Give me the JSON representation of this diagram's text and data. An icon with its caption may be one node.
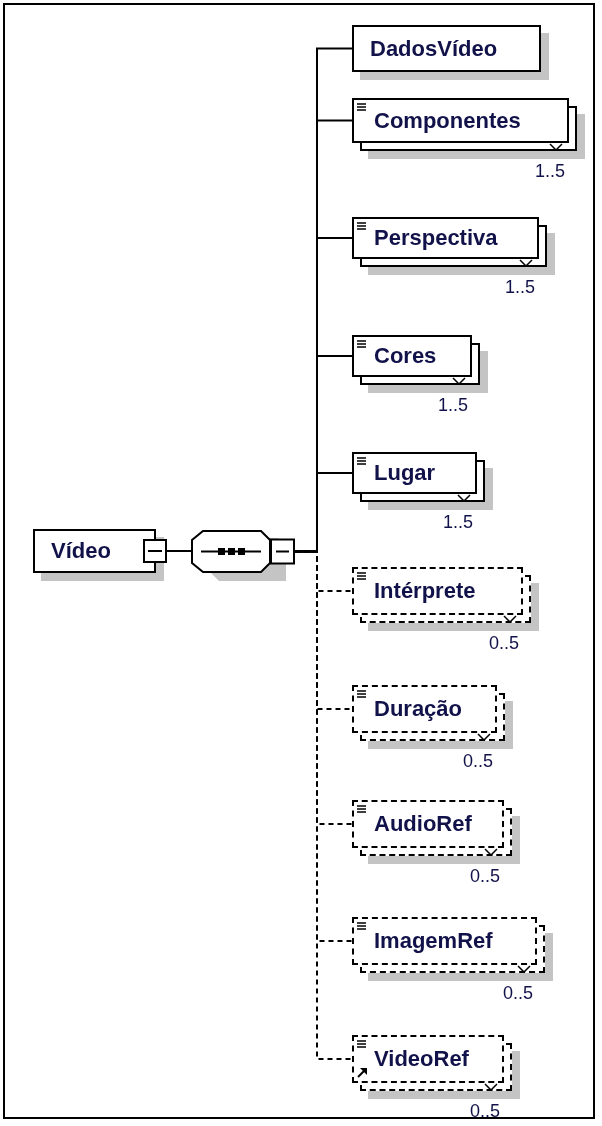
{
  "diagram": {
    "nodes": [
      {
        "text": [
          "Vídeo"
        ]
      },
      {
        "text": [],
        "shape": "octagon"
      },
      {
        "text": [
          "DadosVídeo"
        ]
      },
      {
        "text": [
          "Componentes"
        ],
        "beside": [
          "1..5"
        ]
      },
      {
        "text": [
          "Perspectiva"
        ],
        "beside": [
          "1..5"
        ]
      },
      {
        "text": [
          "Cores"
        ],
        "beside": [
          "1..5"
        ]
      },
      {
        "text": [
          "Lugar"
        ],
        "beside": [
          "1..5"
        ]
      },
      {
        "text": [
          "Intérprete"
        ],
        "beside": [
          "0..5"
        ]
      },
      {
        "text": [
          "Duração"
        ],
        "beside": [
          "0..5"
        ]
      },
      {
        "text": [
          "AudioRef"
        ],
        "beside": [
          "0..5"
        ]
      },
      {
        "text": [
          "ImagemRef"
        ],
        "beside": [
          "0..5"
        ]
      },
      {
        "text": [
          "VideoRef"
        ],
        "beside": [
          "0..5"
        ]
      }
    ],
    "edges": [
      {
        "from": 0,
        "to": 1,
        "arrow": "none"
      },
      {
        "from": 1,
        "to": 2,
        "arrow": "none"
      },
      {
        "from": 1,
        "to": 3,
        "arrow": "none"
      },
      {
        "from": 1,
        "to": 4,
        "arrow": "none"
      },
      {
        "from": 1,
        "to": 5,
        "arrow": "none"
      },
      {
        "from": 1,
        "to": 6,
        "arrow": "none"
      },
      {
        "from": 1,
        "to": 7,
        "arrow": "none",
        "style": "dashed"
      },
      {
        "from": 1,
        "to": 8,
        "arrow": "none",
        "style": "dashed"
      },
      {
        "from": 1,
        "to": 9,
        "arrow": "none",
        "style": "dashed"
      },
      {
        "from": 1,
        "to": 10,
        "arrow": "none",
        "style": "dashed"
      },
      {
        "from": 1,
        "to": 11,
        "arrow": "none",
        "style": "dashed"
      }
    ]
  }
}
